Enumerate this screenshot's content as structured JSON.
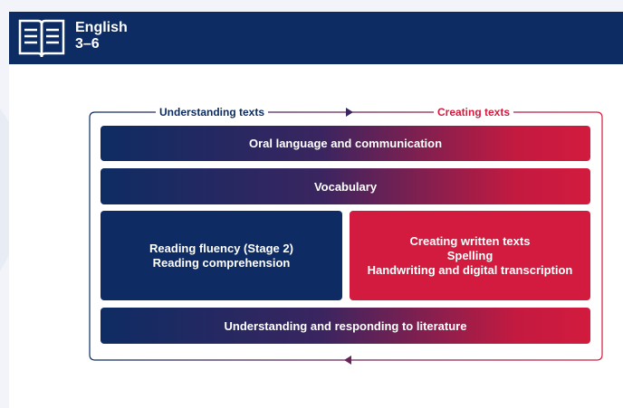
{
  "header": {
    "title_line1": "English",
    "title_line2": "3–6",
    "icon": "book-icon"
  },
  "diagram": {
    "label_left": "Understanding texts",
    "label_right": "Creating texts",
    "bar_oral": "Oral language and communication",
    "bar_vocab": "Vocabulary",
    "reading_box": {
      "line1": "Reading fluency (Stage 2)",
      "line2": "Reading comprehension"
    },
    "creating_box": {
      "line1": "Creating written texts",
      "line2": "Spelling",
      "line3": "Handwriting and digital transcription"
    },
    "bar_literature": "Understanding and responding to literature"
  },
  "colors": {
    "navy": "#0c2c63",
    "red": "#d21b3e",
    "background": "#f2f4f9",
    "panel": "#ffffff"
  }
}
